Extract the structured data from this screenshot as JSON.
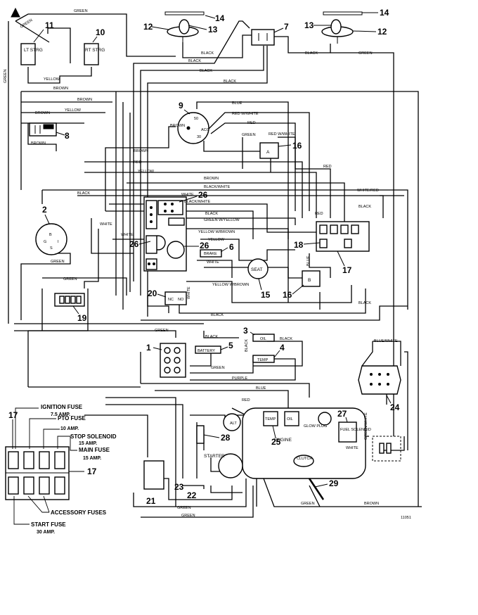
{
  "numbers": {
    "n1": "1",
    "n2": "2",
    "n3": "3",
    "n4": "4",
    "n5": "5",
    "n6": "6",
    "n7": "7",
    "n8": "8",
    "n9": "9",
    "n10": "10",
    "n11": "11",
    "n12a": "12",
    "n12b": "12",
    "n13a": "13",
    "n13b": "13",
    "n14a": "14",
    "n14b": "14",
    "n15": "15",
    "n16a": "16",
    "n16b": "16",
    "n17a": "17",
    "n17b": "17",
    "n17c": "17",
    "n18": "18",
    "n19": "19",
    "n20": "20",
    "n21": "21",
    "n22": "22",
    "n23": "23",
    "n24": "24",
    "n25": "25",
    "n26a": "26",
    "n26b": "26",
    "n26c": "26",
    "n27": "27",
    "n28": "28",
    "n29": "29"
  },
  "wire_labels": {
    "green_top": "GREEN",
    "green_left_diag": "GREEN",
    "green_vert": "GREEN",
    "yellow_lt": "YELLOW",
    "black_7": "BLACK",
    "black_7b": "BLACK",
    "black_top2": "BLACK",
    "black_top3": "BLACK",
    "black_top4": "BLACK",
    "black_r": "BLACK",
    "green_r": "GREEN",
    "brown_1": "BROWN",
    "brown_2": "BROWN",
    "yellow_2": "YELLOW",
    "brown_3": "BROWN",
    "brown_4": "BROWN",
    "blue_1": "BLUE",
    "red_white_1": "RED W/WHITE",
    "red_1": "RED",
    "brown_5": "BROWN",
    "red_2": "RED",
    "yellow_3": "YELLOW",
    "brown_6": "BROWN",
    "green_16": "GREEN",
    "red_white_16": "RED W/WHITE",
    "red_3": "RED",
    "black_mid": "BLACK",
    "white_26": "WHITE",
    "black_white_1": "BLACK/WHITE",
    "black_white_2": "BLACK/WHITE",
    "black_3": "BLACK",
    "green_w_yellow": "GREEN W/YELLOW",
    "white_2": "WHITE",
    "white_3": "WHITE",
    "yellow_w_brown_1": "YELLOW W/BROWN",
    "yellow_4": "YELLOW",
    "white_4": "WHITE",
    "green_2": "GREEN",
    "green_3": "GREEN",
    "white_red": "WHITE/RED",
    "black_4": "BLACK",
    "red_4": "RED",
    "blue_2": "BLUE",
    "yellow_w_brown_2": "YELLOW W/BROWN",
    "black_5": "BLACK",
    "green_4": "GREEN",
    "white_5": "WHITE",
    "black_6": "BLACK",
    "black_7c": "BLACK",
    "black_8": "BLACK",
    "green_5": "GREEN",
    "purple": "PURPLE",
    "blue_3": "BLUE",
    "red_5": "RED",
    "blue_white": "BLUE/WHITE",
    "green_white": "GREEN/WHITE",
    "white_6": "WHITE",
    "green_6": "GREEN",
    "green_7": "GREEN",
    "green_8": "GREEN",
    "brown_7": "BROWN",
    "black_9": "BLACK"
  },
  "components": {
    "lt_strg": "LT STRG",
    "rt_strg": "RT STRG",
    "seat": "SEAT",
    "a": "A",
    "b": "B",
    "battery": "BATTERY",
    "brake": "BRAKE",
    "oil": "OIL",
    "temp": "TEMP",
    "alt": "ALT",
    "starter": "STARTER",
    "engine": "ENGINE",
    "glow_plug": "GLOW PLUG",
    "fuel_solenoid": "FUEL SOLENOID",
    "clutch": "CLUTCH",
    "temp_engine": "TEMP",
    "oil_engine": "OIL",
    "nc": "NC",
    "no": "NO",
    "sw9_50": "50",
    "sw9_30": "30",
    "sw9_acc": "ACC",
    "sw2_b": "B",
    "sw2_g": "G",
    "sw2_i": "I",
    "sw2_s": "S"
  },
  "fuse_legend": {
    "ignition_fuse": "IGNITION FUSE",
    "ignition_amp": "7.5 AMP.",
    "pto_fuse": "PTO FUSE",
    "pto_amp": "10 AMP.",
    "stop_solenoid": "STOP SOLENOID",
    "stop_amp": "15 AMP.",
    "main_fuse": "MAIN FUSE",
    "main_amp": "15 AMP.",
    "accessory_fuses": "ACCESSORY FUSES",
    "start_fuse": "START FUSE",
    "start_amp": "30 AMP."
  },
  "figure_id": "11051"
}
